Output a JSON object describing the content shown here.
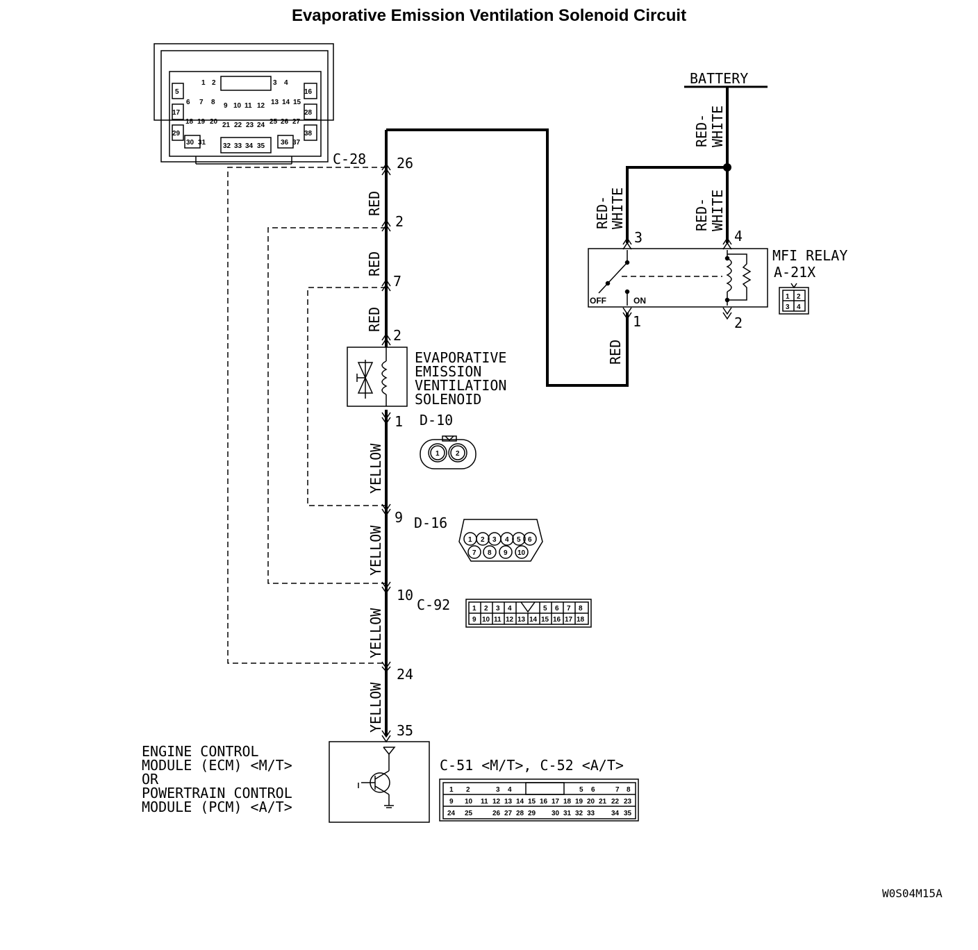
{
  "title": "Evaporative Emission Ventilation Solenoid Circuit",
  "figure_code": "W0S04M15A",
  "battery_label": "BATTERY",
  "relay": {
    "name": "MFI RELAY",
    "id": "A-21X",
    "off_label": "OFF",
    "on_label": "ON",
    "pins": [
      "3",
      "4",
      "1",
      "2"
    ],
    "connector_pins": [
      "1",
      "2",
      "3",
      "4"
    ]
  },
  "wires": {
    "red_white": [
      "RED-",
      "WHITE"
    ],
    "red": "RED",
    "yellow": "YELLOW"
  },
  "solenoid_label": [
    "EVAPORATIVE",
    "EMISSION",
    "VENTILATION",
    "SOLENOID"
  ],
  "module_label": [
    "ENGINE CONTROL",
    "MODULE (ECM) <M/T>",
    "OR",
    "POWERTRAIN CONTROL",
    "MODULE (PCM) <A/T>"
  ],
  "connectors": {
    "c28": "C-28",
    "d10": "D-10",
    "d16": "D-16",
    "c92": "C-92",
    "c51": "C-51 <M/T>, C-52 <A/T>"
  },
  "main_pins": [
    "26",
    "2",
    "7",
    "2",
    "1",
    "9",
    "10",
    "24",
    "35"
  ],
  "c28_grid": {
    "row1": [
      "1",
      "2",
      "3",
      "4"
    ],
    "row2": [
      "5",
      "16"
    ],
    "row3": [
      "6",
      "7",
      "8",
      "9",
      "10",
      "11",
      "12",
      "13",
      "14",
      "15"
    ],
    "left_col": [
      "17",
      "18",
      "19",
      "20",
      "21",
      "22",
      "23",
      "24",
      "25",
      "26",
      "27",
      "28"
    ],
    "row5": [
      "29",
      "38"
    ],
    "row6": [
      "30",
      "31",
      "32",
      "33",
      "34",
      "35",
      "36",
      "37"
    ]
  },
  "d10_pins": [
    "1",
    "2"
  ],
  "d16_pins": {
    "top": [
      "1",
      "2",
      "3",
      "4",
      "5",
      "6"
    ],
    "bottom": [
      "7",
      "8",
      "9",
      "10"
    ]
  },
  "c92_pins": {
    "top": [
      "1",
      "2",
      "3",
      "4",
      "",
      "5",
      "6",
      "7",
      "8"
    ],
    "bottom": [
      "9",
      "10",
      "11",
      "12",
      "13",
      "14",
      "15",
      "16",
      "17",
      "18"
    ]
  },
  "c51_pins": {
    "row1": [
      "1",
      "2",
      "3",
      "4",
      "5",
      "6",
      "7",
      "8"
    ],
    "row2": [
      "9",
      "10",
      "11",
      "12",
      "13",
      "14",
      "15",
      "16",
      "17",
      "18",
      "19",
      "20",
      "21",
      "22",
      "23"
    ],
    "row3": [
      "24",
      "25",
      "26",
      "27",
      "28",
      "29",
      "30",
      "31",
      "32",
      "33",
      "34",
      "35"
    ]
  }
}
